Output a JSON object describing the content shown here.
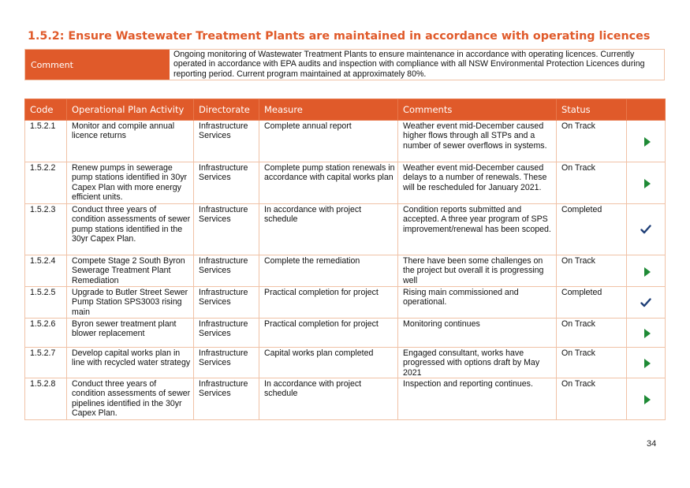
{
  "page": {
    "title": "1.5.2: Ensure Wastewater Treatment Plants are maintained in accordance with operating licences",
    "page_number": "34"
  },
  "comment": {
    "label": "Comment",
    "text": "Ongoing monitoring of Wastewater Treatment Plants to ensure maintenance in accordance with operating licences. Currently operated in accordance with EPA audits and inspection with compliance with all NSW Environmental Protection Licences during reporting period. Current program maintained at approximately 80%."
  },
  "table": {
    "headers": {
      "code": "Code",
      "activity": "Operational Plan Activity",
      "directorate": "Directorate",
      "measure": "Measure",
      "comments": "Comments",
      "status": "Status"
    },
    "rows": [
      {
        "code": "1.5.2.1",
        "activity": "Monitor and compile annual licence returns",
        "directorate": "Infrastructure Services",
        "measure": "Complete annual report",
        "comments": "Weather event mid-December caused higher flows through all STPs and a number of sewer overflows in systems.",
        "status": "On Track",
        "icon": "arrow-right-icon"
      },
      {
        "code": "1.5.2.2",
        "activity": "Renew pumps in sewerage pump stations identified in 30yr Capex Plan with more energy efficient units.",
        "directorate": "Infrastructure Services",
        "measure": "Complete pump station renewals in accordance with capital works plan",
        "comments": "Weather event mid-December caused delays to a number of renewals. These will be rescheduled for January 2021.",
        "status": "On Track",
        "icon": "arrow-right-icon"
      },
      {
        "code": "1.5.2.3",
        "activity": "Conduct three years of condition assessments of sewer pump stations identified in the 30yr Capex Plan.",
        "directorate": "Infrastructure Services",
        "measure": "In accordance with project schedule",
        "comments": "Condition reports submitted and accepted. A three year program of SPS improvement/renewal has been scoped.",
        "status": "Completed",
        "icon": "checkmark-icon"
      },
      {
        "code": "1.5.2.4",
        "activity": "Compete Stage 2 South Byron Sewerage Treatment Plant Remediation",
        "directorate": "Infrastructure Services",
        "measure": "Complete the remediation",
        "comments": "There have been some challenges on the project but overall it is progressing well",
        "status": "On Track",
        "icon": "arrow-right-icon"
      },
      {
        "code": "1.5.2.5",
        "activity": "Upgrade to Butler Street Sewer Pump Station SPS3003 rising main",
        "directorate": "Infrastructure Services",
        "measure": "Practical completion for project",
        "comments": "Rising main commissioned and operational.",
        "status": "Completed",
        "icon": "checkmark-icon"
      },
      {
        "code": "1.5.2.6",
        "activity": "Byron sewer treatment plant blower replacement",
        "directorate": "Infrastructure Services",
        "measure": "Practical completion for project",
        "comments": "Monitoring continues",
        "status": "On Track",
        "icon": "arrow-right-icon"
      },
      {
        "code": "1.5.2.7",
        "activity": "Develop capital works plan in line with recycled water strategy",
        "directorate": "Infrastructure Services",
        "measure": "Capital works plan completed",
        "comments": "Engaged consultant, works have progressed with options draft by May 2021",
        "status": "On Track",
        "icon": "arrow-right-icon"
      },
      {
        "code": "1.5.2.8",
        "activity": "Conduct three years of condition assessments of sewer pipelines identified in the 30yr Capex Plan.",
        "directorate": "Infrastructure Services",
        "measure": "In accordance with project schedule",
        "comments": "Inspection and reporting continues.",
        "status": "On Track",
        "icon": "arrow-right-icon"
      }
    ]
  },
  "colors": {
    "accent": "#e05a2a",
    "border": "#f0c2a6",
    "on_track": "#1e8a35",
    "completed": "#1f3f77"
  }
}
